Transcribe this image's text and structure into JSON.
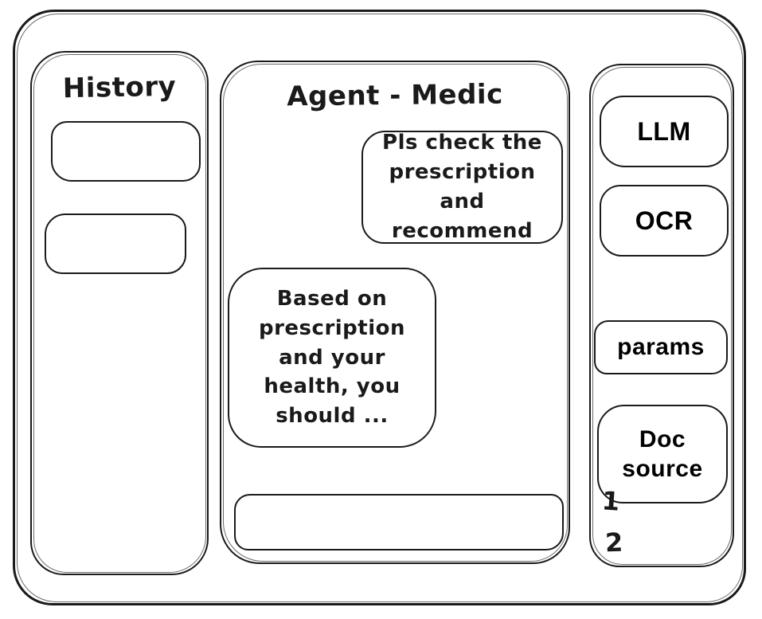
{
  "colors": {
    "ink": "#1a1a1a",
    "background": "#ffffff"
  },
  "sidebar": {
    "title": "History",
    "items": [
      {
        "label": ""
      },
      {
        "label": ""
      }
    ]
  },
  "chat": {
    "title": "Agent - Medic",
    "messages": [
      {
        "role": "user",
        "text": "Pls check the prescription and recommend"
      },
      {
        "role": "assistant",
        "text": "Based on prescription and your health, you should ..."
      }
    ],
    "input": {
      "value": "",
      "placeholder": ""
    }
  },
  "tools": {
    "buttons": [
      {
        "label": "LLM"
      },
      {
        "label": "OCR"
      },
      {
        "label": "params"
      },
      {
        "label": "Doc source"
      }
    ],
    "doc_sources": [
      {
        "label": "1"
      },
      {
        "label": "2"
      }
    ]
  }
}
